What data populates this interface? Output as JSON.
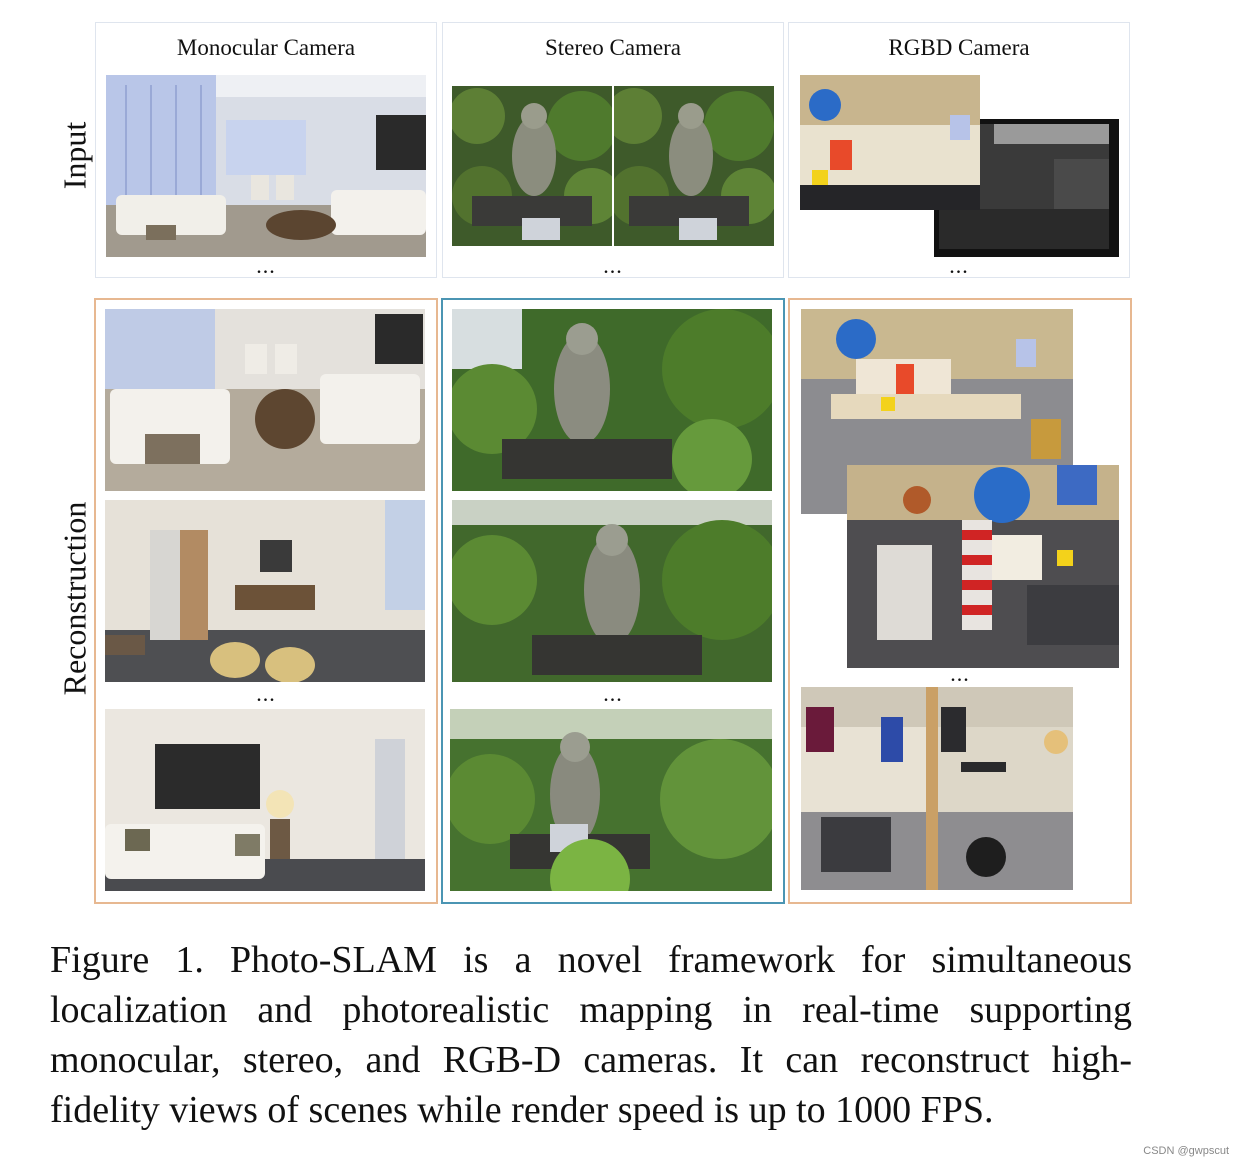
{
  "row_labels": {
    "input": "Input",
    "reconstruction": "Reconstruction"
  },
  "columns": [
    {
      "title": "Monocular Camera"
    },
    {
      "title": "Stereo Camera"
    },
    {
      "title": "RGBD Camera"
    }
  ],
  "ellipsis": "...",
  "caption": "Figure 1.  Photo-SLAM is a novel framework for simultaneous localization and photorealistic mapping in real-time supporting monocular, stereo, and RGB-D cameras. It can reconstruct high-fidelity views of scenes while render speed is up to 1000 FPS.",
  "watermark": "CSDN @gwpscut",
  "colors": {
    "mono_border": "#e7b891",
    "stereo_border": "#4b95b3",
    "rgbd_border": "#e7b891",
    "input_border": "#dfe5ee"
  }
}
